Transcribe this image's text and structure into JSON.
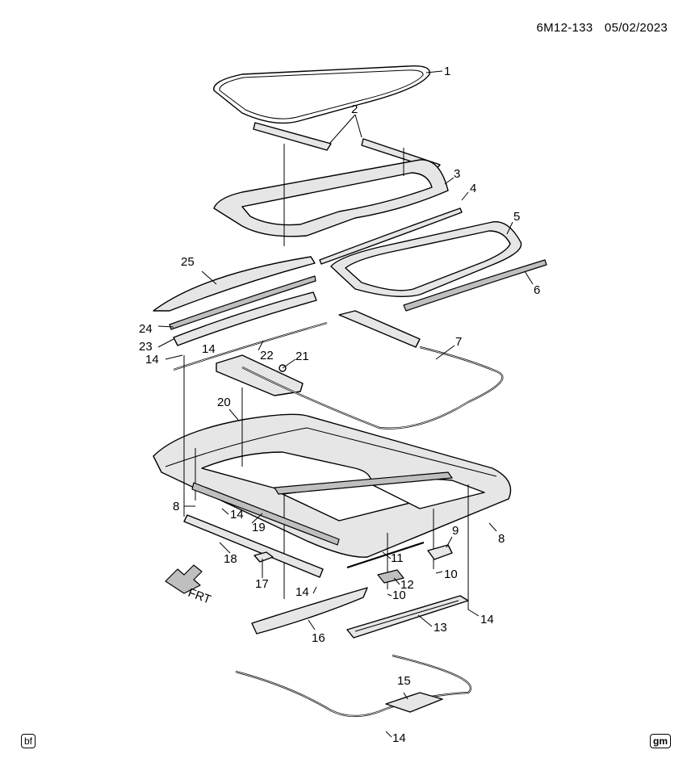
{
  "header": {
    "code": "6M12-133",
    "date": "05/02/2023"
  },
  "orientation_label": "FRT",
  "callouts": [
    "1",
    "2",
    "3",
    "4",
    "5",
    "6",
    "7",
    "8",
    "8",
    "9",
    "10",
    "10",
    "11",
    "12",
    "13",
    "14",
    "14",
    "14",
    "14",
    "14",
    "14",
    "15",
    "16",
    "17",
    "18",
    "19",
    "20",
    "21",
    "22",
    "23",
    "24",
    "25"
  ],
  "footer": {
    "left_badge": "bf",
    "right_badge": "gm"
  }
}
